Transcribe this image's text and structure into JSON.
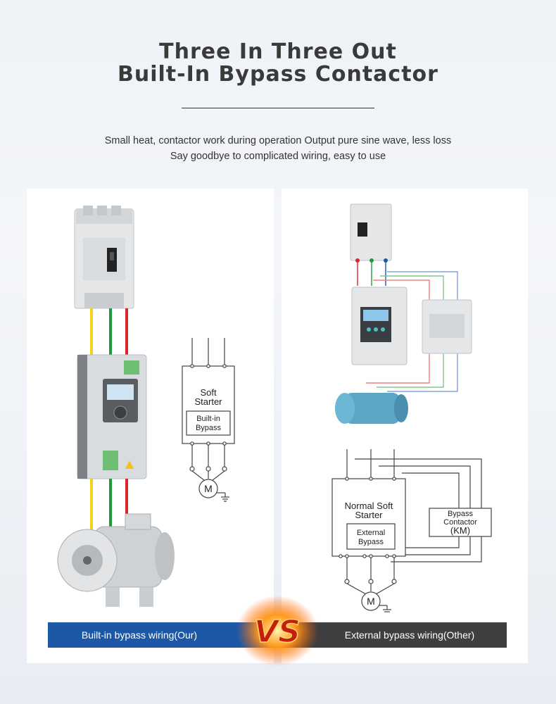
{
  "header": {
    "title_line1": "Three In Three Out",
    "title_line2": "Built-In Bypass Contactor",
    "subtitle_line1": "Small heat, contactor work during operation Output pure sine wave, less loss",
    "subtitle_line2": "Say goodbye to complicated wiring, easy to use"
  },
  "left_diagram": {
    "box_label_line1": "Soft",
    "box_label_line2": "Starter",
    "inner_label_line1": "Built-in",
    "inner_label_line2": "Bypass",
    "motor_label": "M"
  },
  "right_diagram": {
    "box_label_line1": "Normal Soft",
    "box_label_line2": "Starter",
    "inner_label_line1": "External",
    "inner_label_line2": "Bypass",
    "contactor_line1": "Bypass",
    "contactor_line2": "Contactor",
    "contactor_line3": "(KM)",
    "motor_label": "M"
  },
  "footer": {
    "left_label": "Built-in bypass wiring(Our)",
    "right_label": "External bypass wiring(Other)",
    "vs_label": "VS"
  },
  "colors": {
    "wire_yellow": "#f2d21a",
    "wire_green": "#1f9a3a",
    "wire_red": "#d8262a",
    "bar_blue": "#1d58a6",
    "bar_dark": "#3f3f3f"
  }
}
